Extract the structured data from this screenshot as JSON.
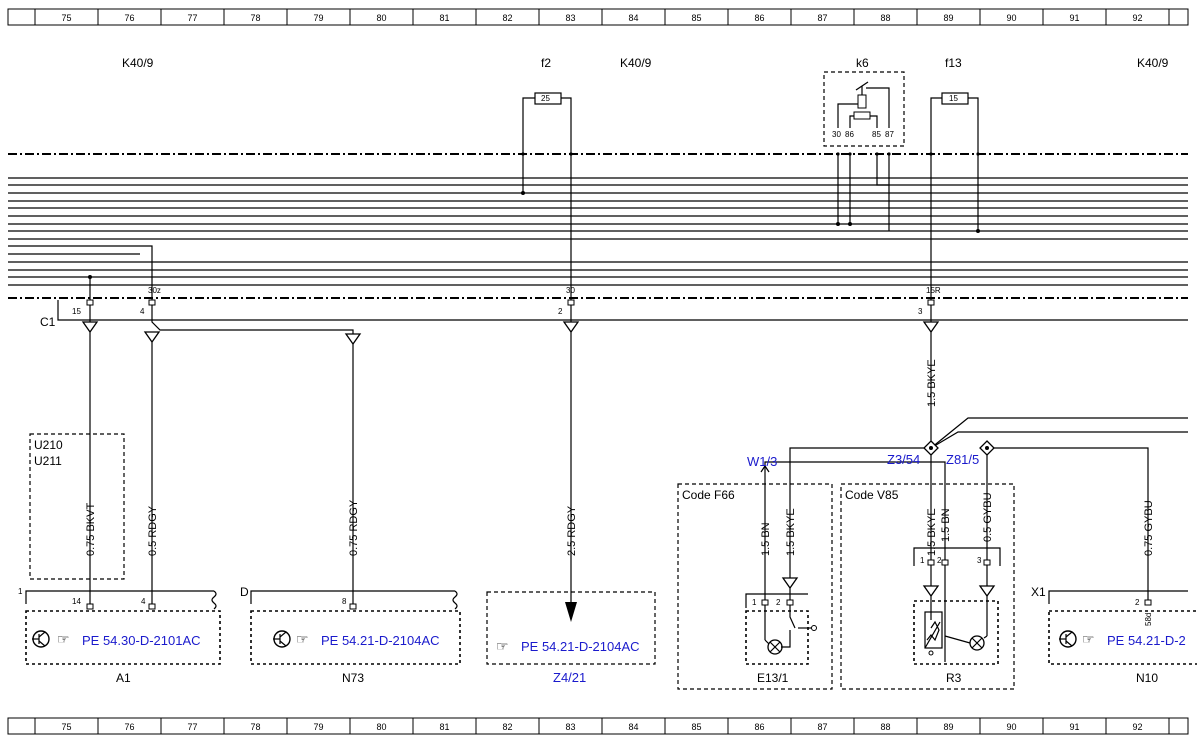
{
  "grid": {
    "columns": [
      "75",
      "76",
      "77",
      "78",
      "79",
      "80",
      "81",
      "82",
      "83",
      "84",
      "85",
      "86",
      "87",
      "88",
      "89",
      "90",
      "91",
      "92"
    ]
  },
  "labels": {
    "k40_left": "K40/9",
    "f2": "f2",
    "k40_mid": "K40/9",
    "k6": "k6",
    "f13": "f13",
    "k40_right": "K40/9",
    "f2_rating": "25",
    "f13_rating": "15",
    "k6_pins": [
      "30",
      "86",
      "85",
      "87"
    ],
    "c1": "C1",
    "c1_pins": [
      "15",
      "4",
      "2",
      "3"
    ],
    "bus_pins": [
      "30z",
      "30",
      "15R"
    ],
    "u210": "U210",
    "u211": "U211",
    "code_f66": "Code F66",
    "code_v85": "Code V85",
    "x1": "X1",
    "d": "D",
    "one": "1"
  },
  "wires": {
    "w_bkvt": "0.75 BKVT",
    "w_rdgy1": "0.5 RDGY",
    "w_rdgy2": "0.75 RDGY",
    "w_rdgy3": "2.5 RDGY",
    "w_bkye_main": "1.5 BKYE",
    "w_bn_e13": "1.5 BN",
    "w_bkye_e13": "1.5 BKYE",
    "w_bkye_r3": "1.5 BKYE",
    "w_bn_r3": "1.5 BN",
    "w_gybu_r3": "0.5 GYBU",
    "w_gybu_n10": "0.75 GYBU"
  },
  "refs": {
    "w13": "W1/3",
    "z354": "Z3/54",
    "z815": "Z81/5",
    "pe_a1": "PE 54.30-D-2101AC",
    "pe_n73": "PE 54.21-D-2104AC",
    "pe_z421": "PE 54.21-D-2104AC",
    "pe_n10": "PE 54.21-D-2",
    "z421": "Z4/21"
  },
  "components": {
    "a1": "A1",
    "n73": "N73",
    "e131": "E13/1",
    "r3": "R3",
    "n10": "N10"
  },
  "pins": {
    "a1_14": "14",
    "a1_4": "4",
    "n73_8": "8",
    "e13_1": "1",
    "e13_2": "2",
    "r3_1": "1",
    "r3_2": "2",
    "r3_3": "3",
    "n10_2": "2",
    "n10_58d": "58d"
  },
  "colors": {
    "reference_link": "#1a1acc",
    "line": "#000000"
  }
}
